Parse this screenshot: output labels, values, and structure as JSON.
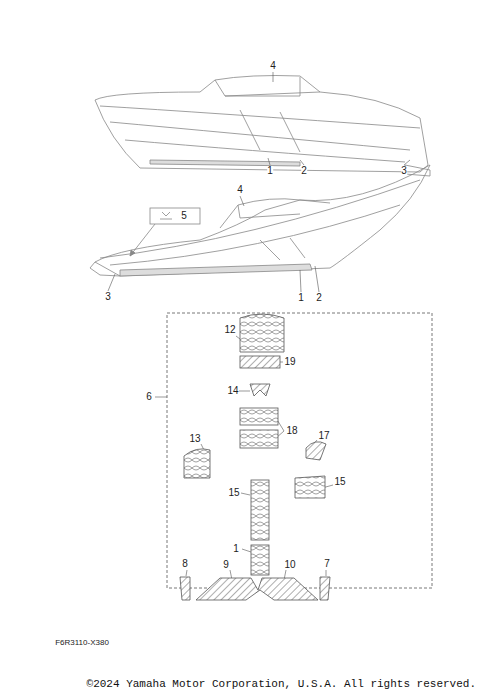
{
  "diagram": {
    "caption": "©2024 Yamaha Motor Corporation, U.S.A. All rights reserved.",
    "labels": [
      "4",
      "1",
      "2",
      "3",
      "5",
      "4",
      "3",
      "1",
      "2",
      "12",
      "19",
      "6",
      "14",
      "18",
      "13",
      "17",
      "15",
      "15",
      "1",
      "8",
      "9",
      "10",
      "7",
      "F6R3110-X380"
    ]
  }
}
